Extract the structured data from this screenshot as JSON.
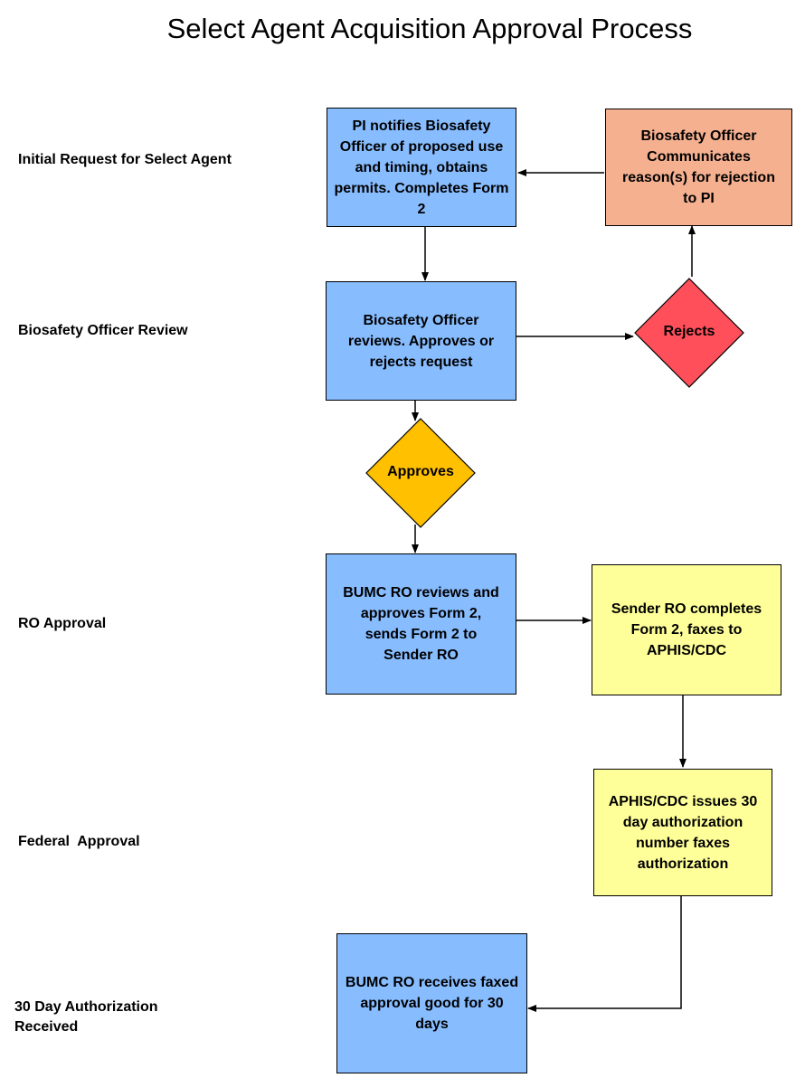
{
  "title": "Select Agent Acquisition Approval Process",
  "stages": {
    "initial": "Initial Request for Select Agent",
    "review": "Biosafety Officer Review",
    "ro": "RO Approval",
    "federal": "Federal  Approval",
    "received": "30 Day Authorization Received"
  },
  "boxes": {
    "pi_notifies": "PI notifies Biosafety Officer of proposed use and timing, obtains permits. Completes Form 2",
    "bso_communicates": "Biosafety Officer Communicates reason(s) for rejection to PI",
    "bso_reviews": "Biosafety Officer reviews. Approves or rejects request",
    "bumc_reviews": "BUMC RO reviews and approves Form 2, sends Form 2 to Sender RO",
    "sender_ro": "Sender RO completes Form 2, faxes to APHIS/CDC",
    "aphis_issues": "APHIS/CDC issues 30 day authorization number faxes authorization",
    "bumc_receives": "BUMC RO receives faxed approval good for 30 days"
  },
  "decisions": {
    "rejects": "Rejects",
    "approves": "Approves"
  },
  "colors": {
    "process_blue": "#87bcff",
    "rejection_salmon": "#f5b090",
    "external_yellow": "#ffff99",
    "rejects_red": "#ff4f5a",
    "approves_orange": "#ffc000"
  }
}
